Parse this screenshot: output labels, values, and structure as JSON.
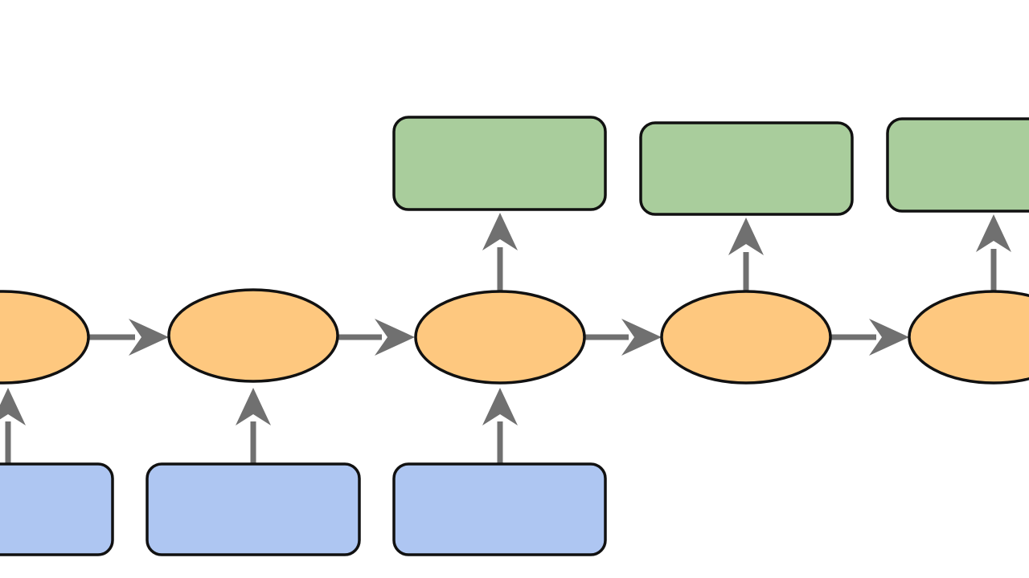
{
  "diagram": {
    "type": "unrolled-rnn-sequence",
    "colors": {
      "input_box": "#aec6f2",
      "output_box": "#a9cd9c",
      "hidden_node": "#fec87f",
      "arrow": "#707070",
      "outline": "#111111"
    },
    "inputs": [
      {
        "label": ""
      },
      {
        "label": ""
      },
      {
        "label": ""
      }
    ],
    "hidden_states": [
      {
        "label": ""
      },
      {
        "label": ""
      },
      {
        "label": ""
      },
      {
        "label": ""
      },
      {
        "label": ""
      }
    ],
    "outputs": [
      {
        "label": ""
      },
      {
        "label": ""
      },
      {
        "label": ""
      }
    ],
    "edges": [
      {
        "from": "input-1",
        "to": "hidden-1"
      },
      {
        "from": "input-2",
        "to": "hidden-2"
      },
      {
        "from": "input-3",
        "to": "hidden-3"
      },
      {
        "from": "hidden-1",
        "to": "hidden-2"
      },
      {
        "from": "hidden-2",
        "to": "hidden-3"
      },
      {
        "from": "hidden-3",
        "to": "hidden-4"
      },
      {
        "from": "hidden-4",
        "to": "hidden-5"
      },
      {
        "from": "hidden-3",
        "to": "output-1"
      },
      {
        "from": "hidden-4",
        "to": "output-2"
      },
      {
        "from": "hidden-5",
        "to": "output-3"
      }
    ]
  }
}
